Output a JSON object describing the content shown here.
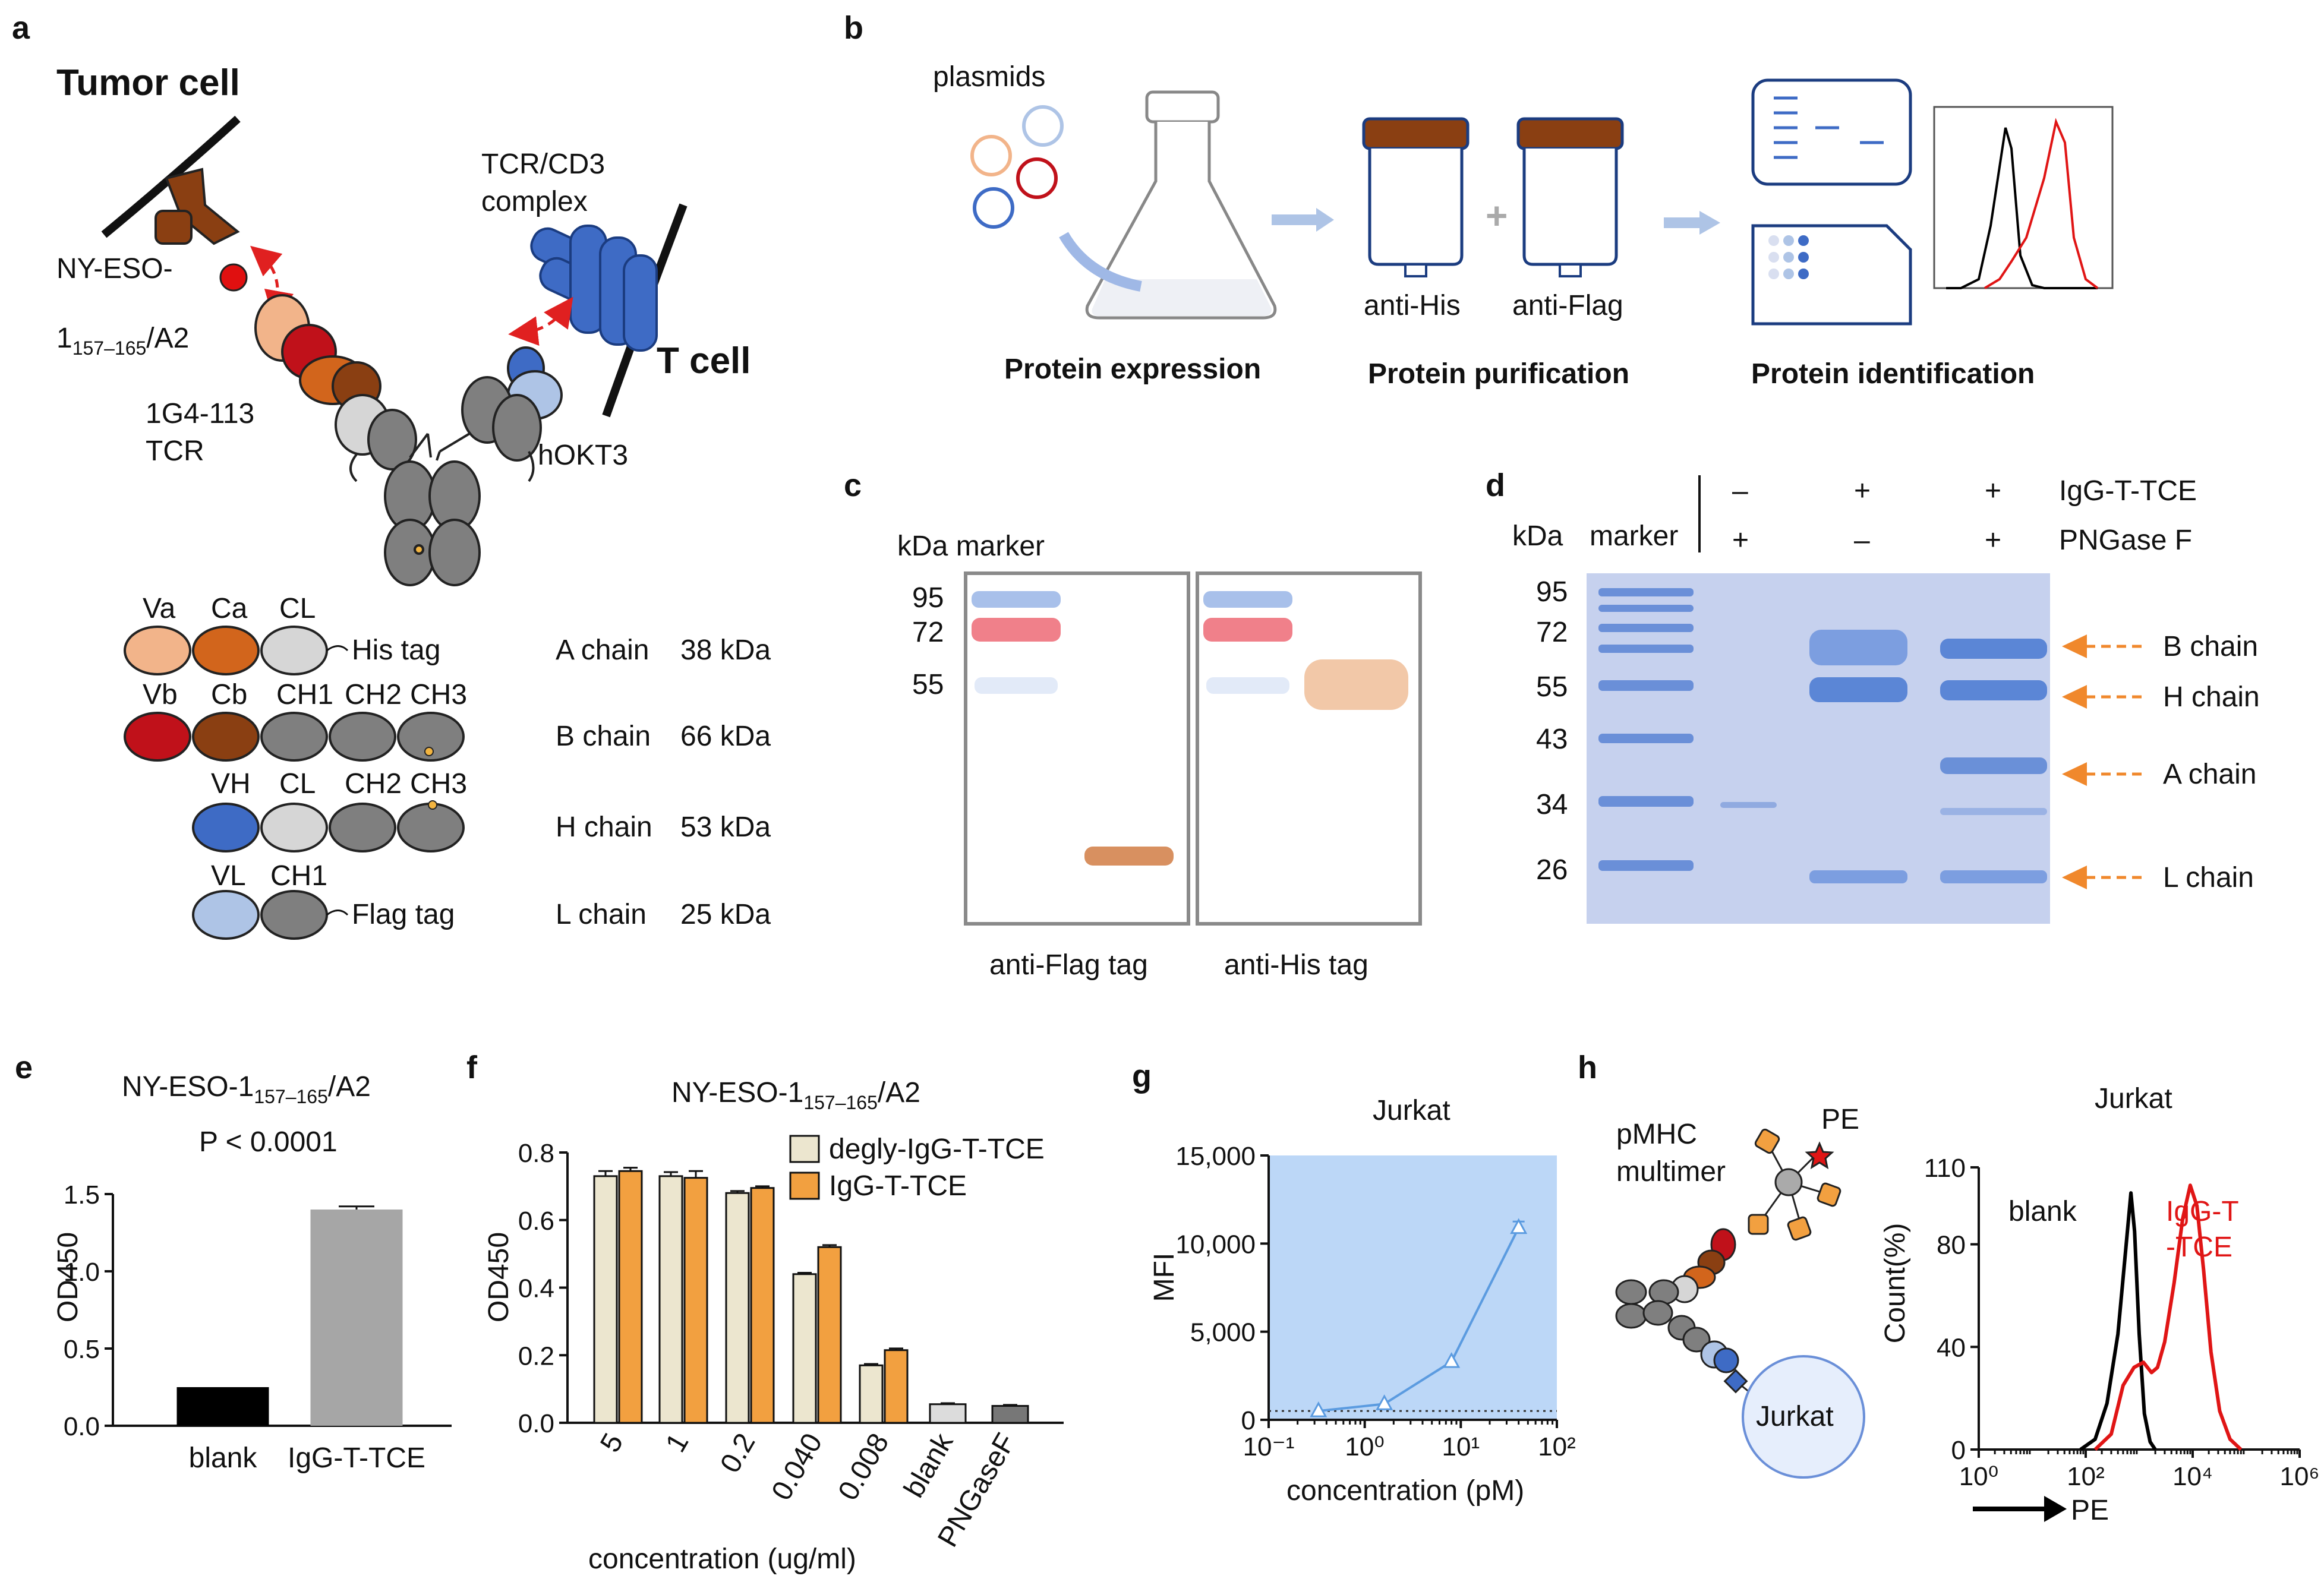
{
  "panels": {
    "a": {
      "label": "a",
      "tumor_cell": "Tumor cell",
      "t_cell": "T cell",
      "tcr_cd3": [
        "TCR/CD3",
        "complex"
      ],
      "antigen": [
        "NY-ESO-",
        "1",
        "157–165",
        "/A2"
      ],
      "tcr_name": [
        "1G4-113",
        "TCR"
      ],
      "hokt3": "hOKT3",
      "chains": [
        {
          "domains": [
            "Va",
            "Ca",
            "CL"
          ],
          "tag": "His tag",
          "chain": "A chain",
          "mass": "38 kDa"
        },
        {
          "domains": [
            "Vb",
            "Cb",
            "CH1",
            "CH2",
            "CH3"
          ],
          "tag": "",
          "chain": "B chain",
          "mass": "66 kDa"
        },
        {
          "domains": [
            "VH",
            "CL",
            "CH2",
            "CH3"
          ],
          "tag": "",
          "chain": "H chain",
          "mass": "53 kDa"
        },
        {
          "domains": [
            "VL",
            "CH1"
          ],
          "tag": "Flag tag",
          "chain": "L chain",
          "mass": "25 kDa"
        }
      ],
      "colors": {
        "va": "#f2b48a",
        "ca": "#d2651c",
        "cl": "#d6d6d6",
        "vb": "#c0111a",
        "cb": "#8a3f12",
        "ch": "#7f7f7f",
        "vh": "#3e6bc5",
        "vl": "#aec4e6"
      }
    },
    "b": {
      "label": "b",
      "plasmids": "plasmids",
      "steps": [
        "Protein expression",
        "Protein purification",
        "Protein identification"
      ],
      "columns": [
        "anti-His",
        "anti-Flag"
      ]
    },
    "c": {
      "label": "c",
      "header": "kDa marker",
      "markers": [
        "95",
        "72",
        "55"
      ],
      "blots": [
        "anti-Flag tag",
        "anti-His tag"
      ]
    },
    "d": {
      "label": "d",
      "kda": "kDa",
      "marker": "marker",
      "row1_label": "IgG-T-TCE",
      "row2_label": "PNGase F",
      "row1": [
        "–",
        "+",
        "+"
      ],
      "row2": [
        "+",
        "–",
        "+"
      ],
      "markers": [
        "95",
        "72",
        "55",
        "43",
        "34",
        "26"
      ],
      "bands": [
        "B chain",
        "H chain",
        "A chain",
        "L chain"
      ]
    },
    "e": {
      "label": "e",
      "title": [
        "NY-ESO-1",
        "157–165",
        "/A2"
      ],
      "pvalue": "P < 0.0001",
      "ylabel": "OD450",
      "yticks": [
        "0.0",
        "0.5",
        "1.0",
        "1.5"
      ]
    },
    "f": {
      "label": "f",
      "title": [
        "NY-ESO-1",
        "157–165",
        "/A2"
      ],
      "ylabel": "OD450",
      "xlabel": "concentration (ug/ml)",
      "yticks": [
        "0.0",
        "0.2",
        "0.4",
        "0.6",
        "0.8"
      ]
    },
    "g": {
      "label": "g",
      "title": "Jurkat",
      "ylabel": "MFI",
      "xlabel": "concentration (pM)",
      "yticks": [
        "0",
        "5,000",
        "10,000",
        "15,000"
      ]
    },
    "h": {
      "label": "h",
      "pmhc": [
        "pMHC",
        "multimer"
      ],
      "pe": "PE",
      "cell": "Jurkat",
      "title": "Jurkat",
      "ylabel": "Count(%)",
      "xlabel": "PE",
      "yticks": [
        "0",
        "40",
        "80",
        "110"
      ],
      "blank": "blank",
      "tce": [
        "IgG-T",
        "-TCE"
      ]
    }
  },
  "chart_data": [
    {
      "panel": "e",
      "type": "bar",
      "title": "NY-ESO-1157–165/A2",
      "ylabel": "OD450",
      "categories": [
        "blank",
        "IgG-T-TCE"
      ],
      "values": [
        0.25,
        1.4
      ],
      "errors": [
        0,
        0.02
      ],
      "colors": [
        "#000000",
        "#a6a6a6"
      ],
      "ylim": [
        0,
        1.5
      ]
    },
    {
      "panel": "f",
      "type": "bar",
      "title": "NY-ESO-1157–165/A2",
      "ylabel": "OD450",
      "xlabel": "concentration (ug/ml)",
      "categories": [
        "5",
        "1",
        "0.2",
        "0.040",
        "0.008",
        "blank",
        "PNGaseF"
      ],
      "ylim": [
        0,
        0.8
      ],
      "series": [
        {
          "name": "degly-IgG-T-TCE",
          "color": "#ece6cf",
          "values": [
            0.73,
            0.73,
            0.68,
            0.44,
            0.17,
            0.055,
            0.05
          ],
          "errors": [
            0.015,
            0.012,
            0.006,
            0.004,
            0.004,
            0.003,
            0.003
          ]
        },
        {
          "name": "IgG-T-TCE",
          "color": "#f2a040",
          "values": [
            0.745,
            0.725,
            0.695,
            0.52,
            0.215,
            null,
            null
          ],
          "errors": [
            0.01,
            0.02,
            0.005,
            0.006,
            0.005,
            0,
            0
          ]
        }
      ],
      "legend": "top-right"
    },
    {
      "panel": "g",
      "type": "line",
      "title": "Jurkat",
      "ylabel": "MFI",
      "xlabel": "concentration (pM)",
      "xscale": "log",
      "xlim": [
        0.1,
        100
      ],
      "xticks": [
        "10⁻¹",
        "10⁰",
        "10¹",
        "10²"
      ],
      "ylim": [
        0,
        15000
      ],
      "series": [
        {
          "x": [
            0.33,
            1.6,
            8.0,
            40.0
          ],
          "y": [
            500,
            900,
            3300,
            10900
          ],
          "errors": [
            0,
            0,
            0,
            350
          ]
        }
      ],
      "baseline": 500,
      "colors": {
        "line": "#5b9be0",
        "fill": "#bcd7f7"
      }
    },
    {
      "panel": "h",
      "type": "line",
      "title": "Jurkat",
      "ylabel": "Count(%)",
      "xlabel": "PE",
      "xscale": "log",
      "xlim": [
        1,
        1000000
      ],
      "xticks": [
        "10⁰",
        "10²",
        "10⁴",
        "10⁶"
      ],
      "ylim": [
        0,
        110
      ],
      "series": [
        {
          "name": "blank",
          "color": "#000000",
          "x": [
            80,
            150,
            250,
            400,
            560,
            700,
            820,
            1000,
            1250,
            1600,
            2000
          ],
          "y": [
            0,
            4,
            18,
            45,
            78,
            100,
            85,
            45,
            14,
            3,
            0
          ]
        },
        {
          "name": "IgG-T-TCE",
          "color": "#e01515",
          "x": [
            150,
            300,
            500,
            800,
            1200,
            1700,
            2200,
            3000,
            4500,
            6500,
            9000,
            12000,
            16000,
            22000,
            32000,
            50000,
            80000
          ],
          "y": [
            0,
            6,
            25,
            32,
            34,
            30,
            32,
            42,
            65,
            90,
            103,
            95,
            70,
            38,
            15,
            4,
            0
          ]
        }
      ]
    }
  ]
}
